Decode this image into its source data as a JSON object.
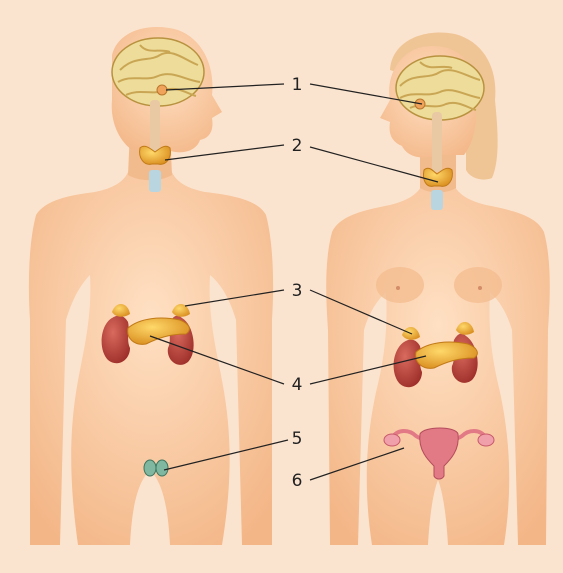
{
  "colors": {
    "background": "#fbe4cf",
    "skin": "#f6c49a",
    "skin_shadow": "#e9a87a",
    "skin_light": "#ffe0c3",
    "brain": "#eedc9a",
    "brain_fold": "#c9a654",
    "gland": "#f0b335",
    "kidney": "#b8413a",
    "uterus": "#e27a86",
    "testis": "#7fb7a0",
    "leader_line": "#222222"
  },
  "callouts": [
    {
      "label": "1",
      "targets": [
        "pituitary-left",
        "pituitary-right"
      ]
    },
    {
      "label": "2",
      "targets": [
        "thyroid-left",
        "thyroid-right"
      ]
    },
    {
      "label": "3",
      "targets": [
        "adrenal-left",
        "adrenal-right"
      ]
    },
    {
      "label": "4",
      "targets": [
        "pancreas-left",
        "pancreas-right"
      ]
    },
    {
      "label": "5",
      "targets": [
        "testes"
      ]
    },
    {
      "label": "6",
      "targets": [
        "ovaries-uterus"
      ]
    }
  ],
  "figures": [
    {
      "id": "male-figure",
      "icon": "male-body-icon"
    },
    {
      "id": "female-figure",
      "icon": "female-body-icon"
    }
  ]
}
